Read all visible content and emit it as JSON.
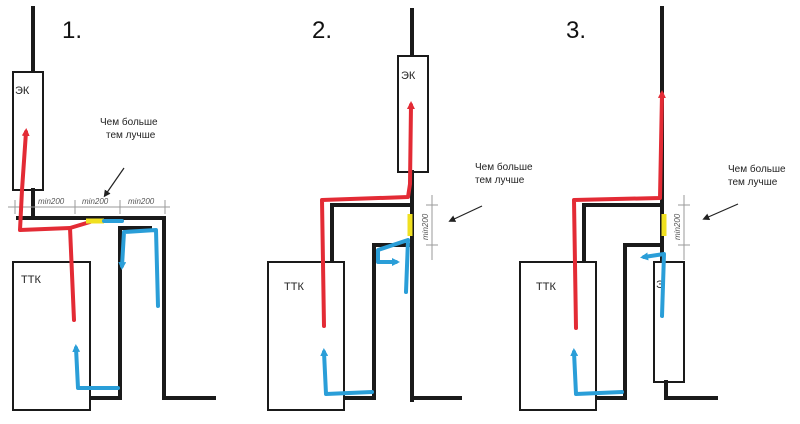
{
  "colors": {
    "hot": "#e32b35",
    "cold": "#2a9ed8",
    "valve": "#f0e020",
    "pipe": "#1a1a1a"
  },
  "d1": {
    "number": "1.",
    "ek": "ЭК",
    "ttk": "ТТК",
    "note1": "Чем больше",
    "note2": "тем лучше",
    "dim1": "min200",
    "dim2": "min200",
    "dim3": "min200"
  },
  "d2": {
    "number": "2.",
    "ek": "ЭК",
    "ttk": "ТТК",
    "note1": "Чем больше",
    "note2": "тем лучше",
    "dim1": "min200"
  },
  "d3": {
    "number": "3.",
    "ek": "Э",
    "ttk": "ТТК",
    "note1": "Чем больше",
    "note2": "тем лучше",
    "dim1": "min200"
  }
}
